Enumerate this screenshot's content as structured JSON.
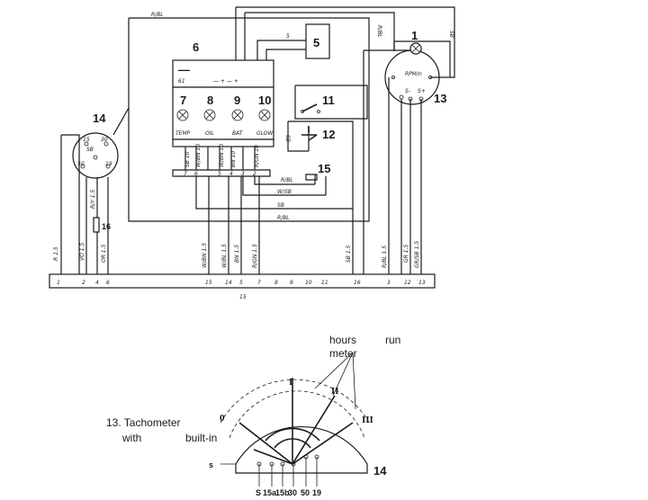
{
  "component_numbers": {
    "c1": "1",
    "c5": "5",
    "c6": "6",
    "c11": "11",
    "c12": "12",
    "c13": "13",
    "c14": "14",
    "c15": "15",
    "c16": "16",
    "c14_gauge": "14"
  },
  "panel": {
    "minus_symbol": "—",
    "terminal_61": "61",
    "terminal_marks": "— + — +",
    "lamp_numbers": [
      "7",
      "8",
      "9",
      "10"
    ],
    "lamp_labels": [
      "TEMP",
      "OIL",
      "BAT",
      "GLOW"
    ]
  },
  "tachometer_dial_label": "RPM/n",
  "tach_terminals": [
    "S-",
    "S+"
  ],
  "wire_labels": {
    "top_rbl": "R/BL",
    "top_sb": "SB",
    "top_5": "5",
    "sb_right": "SB",
    "rbl_right": "R/BL",
    "sb_switch": "SB",
    "rbl_horiz": "R/BL",
    "wsb_horiz": "W/SB",
    "sb_horiz": "SB",
    "rbl_horiz2": "R/BL",
    "r15": "R 1.5",
    "vo15": "VO 1.5",
    "ry15": "R/Y 1.5",
    "or15": "OR 1.5",
    "wbn15": "W/BN 1.5",
    "wbl15": "W/BL 1.5",
    "bn15": "BN 1.5",
    "rgn15": "R/GN 1.5",
    "sb15": "SB 1.5",
    "rbl15": "R/BL 1.5",
    "gr15": "GR 1.5",
    "grsb15": "GR/SB 1.5",
    "bus": [
      "SB 10",
      "W/BN 10",
      "W/BN 10",
      "BN 10",
      "R/GN 10"
    ],
    "bus_nums": [
      "7",
      "6",
      "5",
      "4",
      "3",
      "2"
    ],
    "key_nums": [
      "15",
      "30",
      "SB",
      "50",
      "19"
    ]
  },
  "connector_numbers": [
    "1",
    "2",
    "4",
    "6",
    "15",
    "14",
    "5",
    "7",
    "8",
    "9",
    "10",
    "11",
    "16",
    "3",
    "12",
    "13"
  ],
  "bottom_cut": "15",
  "gauge": {
    "hours_run_meter": [
      "hours",
      "run",
      "meter"
    ],
    "tacho_line1": "13. Tachometer",
    "tacho_line2": "with",
    "tacho_line3": "built-in",
    "roman": [
      "I",
      "II",
      "III",
      "0"
    ],
    "s_mark": "s",
    "terminals": [
      "S",
      "15a",
      "15b",
      "30",
      "50",
      "19"
    ]
  }
}
